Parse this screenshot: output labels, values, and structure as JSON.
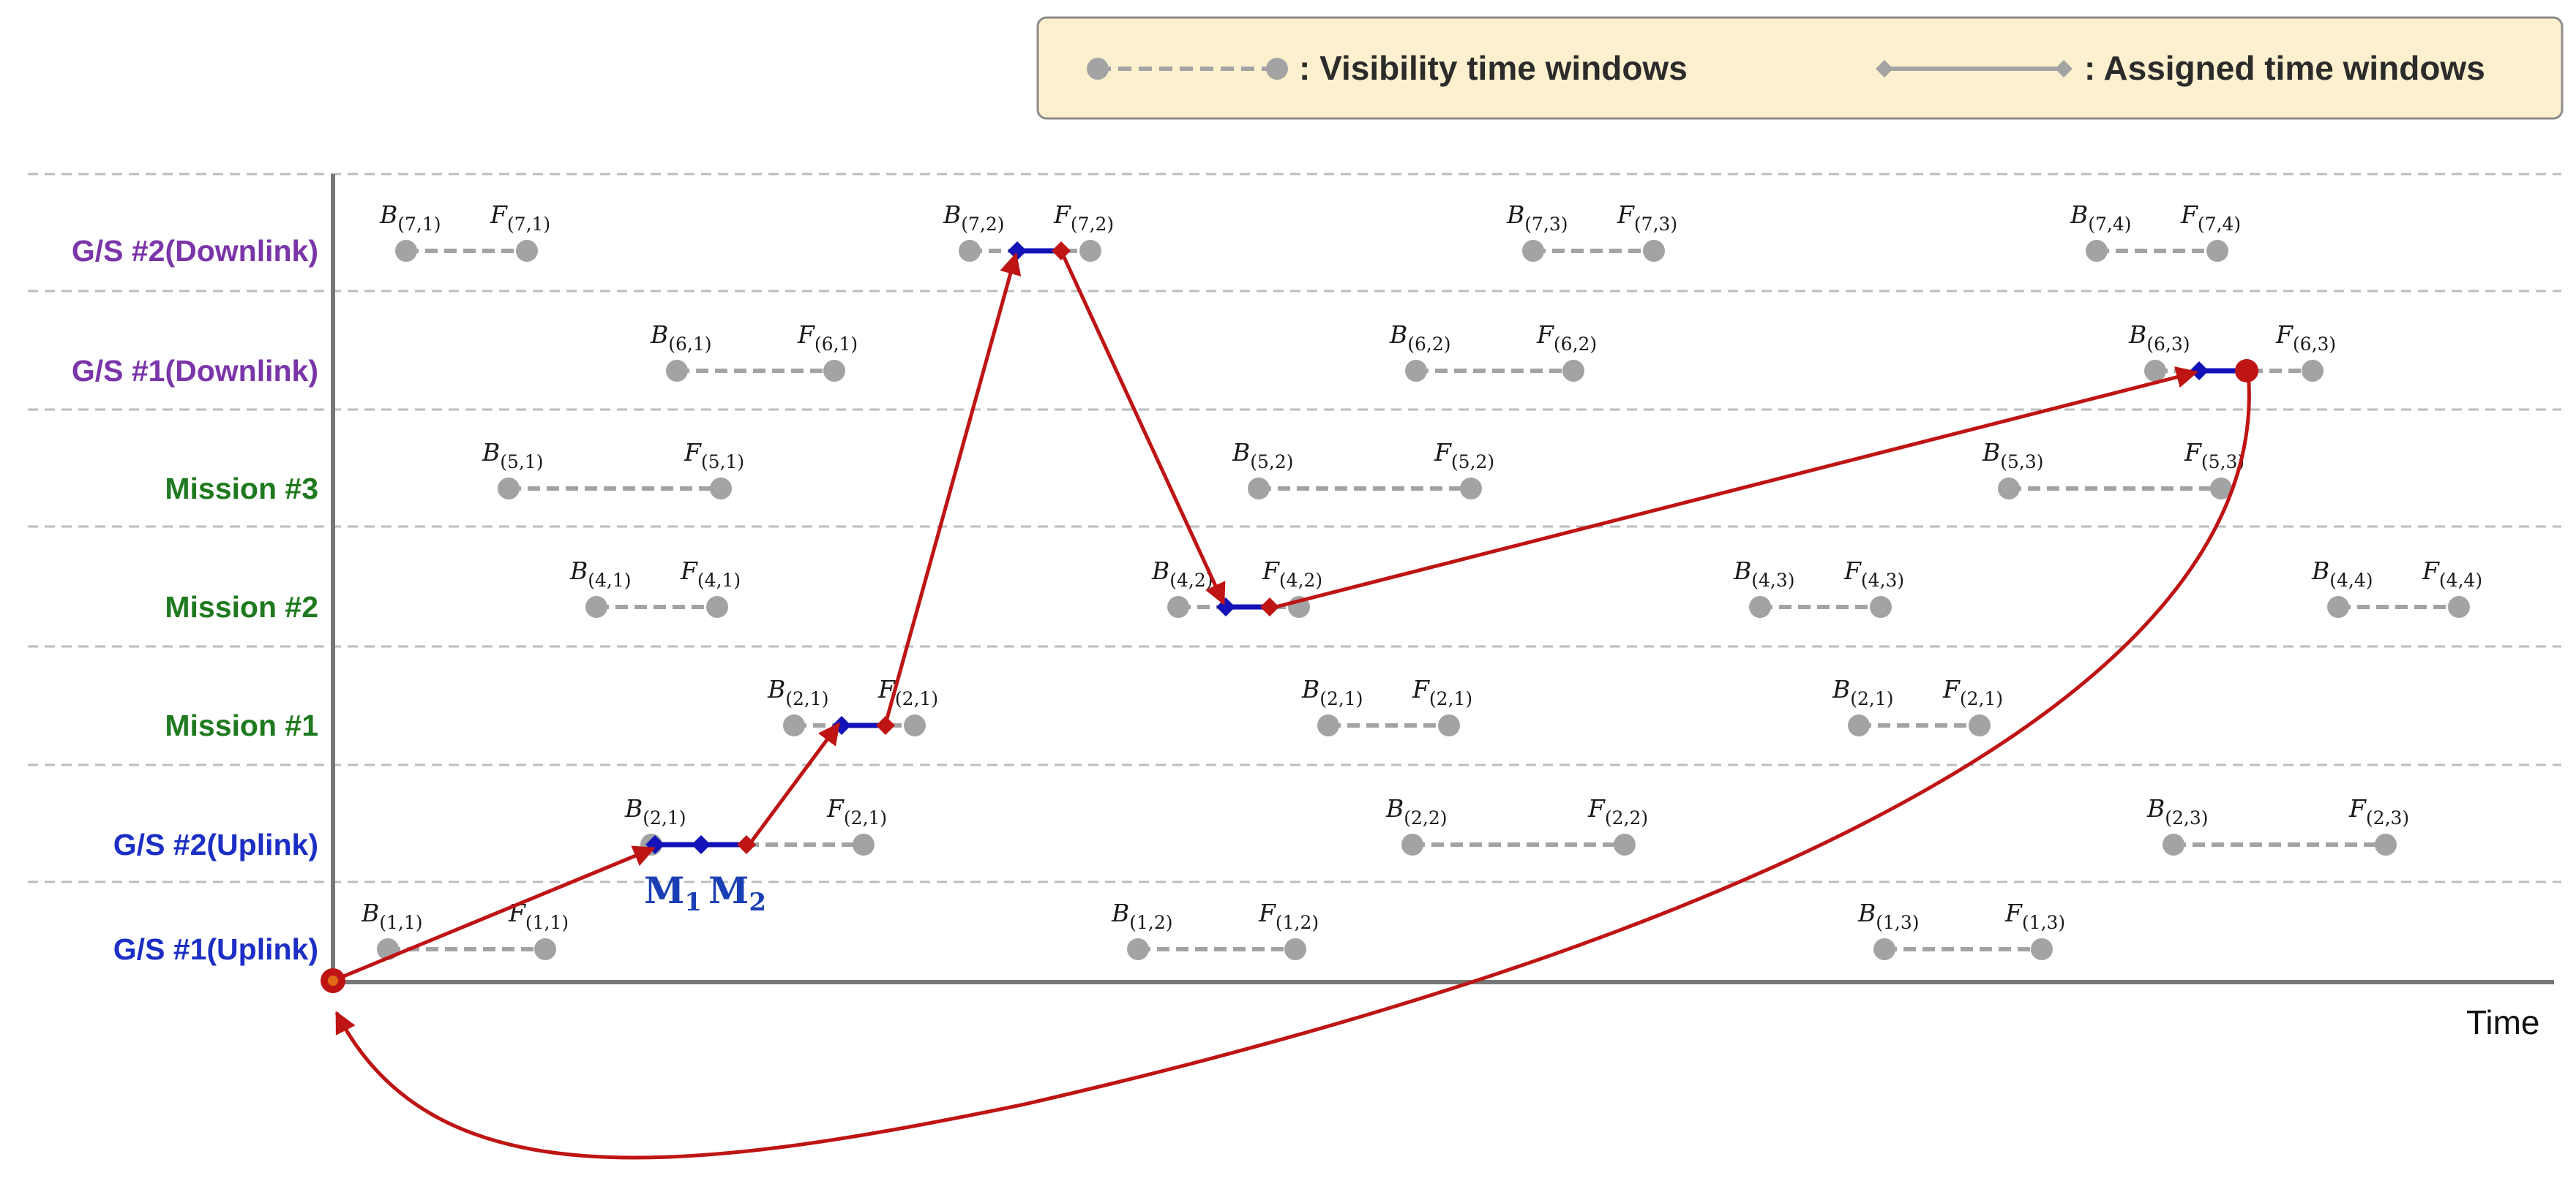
{
  "legend": {
    "visibility_label": ": Visibility time windows",
    "assigned_label": ": Assigned time windows"
  },
  "axis": {
    "x_label": "Time"
  },
  "colors": {
    "dashed_window": "#a3a3a3",
    "assigned": "#1212b8",
    "arrow": "#bf1414",
    "legend_bg": "#fdf0cf",
    "purple": "#7a35a8",
    "green": "#1f7a1f",
    "blue": "#1c2fc4"
  },
  "rows": [
    {
      "label": "G/S #2(Downlink)",
      "color": "purple",
      "windows": [
        {
          "b": "(7,1)",
          "f": "(7,1)",
          "start": 555,
          "end": 720
        },
        {
          "b": "(7,2)",
          "f": "(7,2)",
          "start": 1325,
          "end": 1490
        },
        {
          "b": "(7,3)",
          "f": "(7,3)",
          "start": 2095,
          "end": 2260
        },
        {
          "b": "(7,4)",
          "f": "(7,4)",
          "start": 2865,
          "end": 3030
        }
      ]
    },
    {
      "label": "G/S #1(Downlink)",
      "color": "purple",
      "windows": [
        {
          "b": "(6,1)",
          "f": "(6,1)",
          "start": 925,
          "end": 1140
        },
        {
          "b": "(6,2)",
          "f": "(6,2)",
          "start": 1935,
          "end": 2150
        },
        {
          "b": "(6,3)",
          "f": "(6,3)",
          "start": 2945,
          "end": 3160
        }
      ]
    },
    {
      "label": "Mission #3",
      "color": "green",
      "windows": [
        {
          "b": "(5,1)",
          "f": "(5,1)",
          "start": 695,
          "end": 985
        },
        {
          "b": "(5,2)",
          "f": "(5,2)",
          "start": 1720,
          "end": 2010
        },
        {
          "b": "(5,3)",
          "f": "(5,3)",
          "start": 2745,
          "end": 3035
        }
      ]
    },
    {
      "label": "Mission #2",
      "color": "green",
      "windows": [
        {
          "b": "(4,1)",
          "f": "(4,1)",
          "start": 815,
          "end": 980
        },
        {
          "b": "(4,2)",
          "f": "(4,2)",
          "start": 1610,
          "end": 1775
        },
        {
          "b": "(4,3)",
          "f": "(4,3)",
          "start": 2405,
          "end": 2570
        },
        {
          "b": "(4,4)",
          "f": "(4,4)",
          "start": 3195,
          "end": 3360
        }
      ]
    },
    {
      "label": "Mission #1",
      "color": "green",
      "windows": [
        {
          "b": "(2,1)",
          "f": "(2,1)",
          "start": 1085,
          "end": 1250
        },
        {
          "b": "(2,1)",
          "f": "(2,1)",
          "start": 1815,
          "end": 1980
        },
        {
          "b": "(2,1)",
          "f": "(2,1)",
          "start": 2540,
          "end": 2705
        }
      ]
    },
    {
      "label": "G/S #2(Uplink)",
      "color": "blue",
      "windows": [
        {
          "b": "(2,1)",
          "f": "(2,1)",
          "start": 890,
          "end": 1180
        },
        {
          "b": "(2,2)",
          "f": "(2,2)",
          "start": 1930,
          "end": 2220
        },
        {
          "b": "(2,3)",
          "f": "(2,3)",
          "start": 2970,
          "end": 3260
        }
      ]
    },
    {
      "label": "G/S #1(Uplink)",
      "color": "blue",
      "windows": [
        {
          "b": "(1,1)",
          "f": "(1,1)",
          "start": 530,
          "end": 745
        },
        {
          "b": "(1,2)",
          "f": "(1,2)",
          "start": 1555,
          "end": 1770
        },
        {
          "b": "(1,3)",
          "f": "(1,3)",
          "start": 2575,
          "end": 2790
        }
      ]
    }
  ],
  "assigned": [
    {
      "row": 5,
      "start": 895,
      "end": 1020
    },
    {
      "row": 4,
      "start": 1150,
      "end": 1210
    },
    {
      "row": 0,
      "start": 1390,
      "end": 1450
    },
    {
      "row": 3,
      "start": 1675,
      "end": 1735
    },
    {
      "row": 1,
      "start": 3005,
      "end": 3070
    }
  ],
  "markers": {
    "m1": {
      "main": "M",
      "sub": "1"
    },
    "m2": {
      "main": "M",
      "sub": "2"
    }
  }
}
